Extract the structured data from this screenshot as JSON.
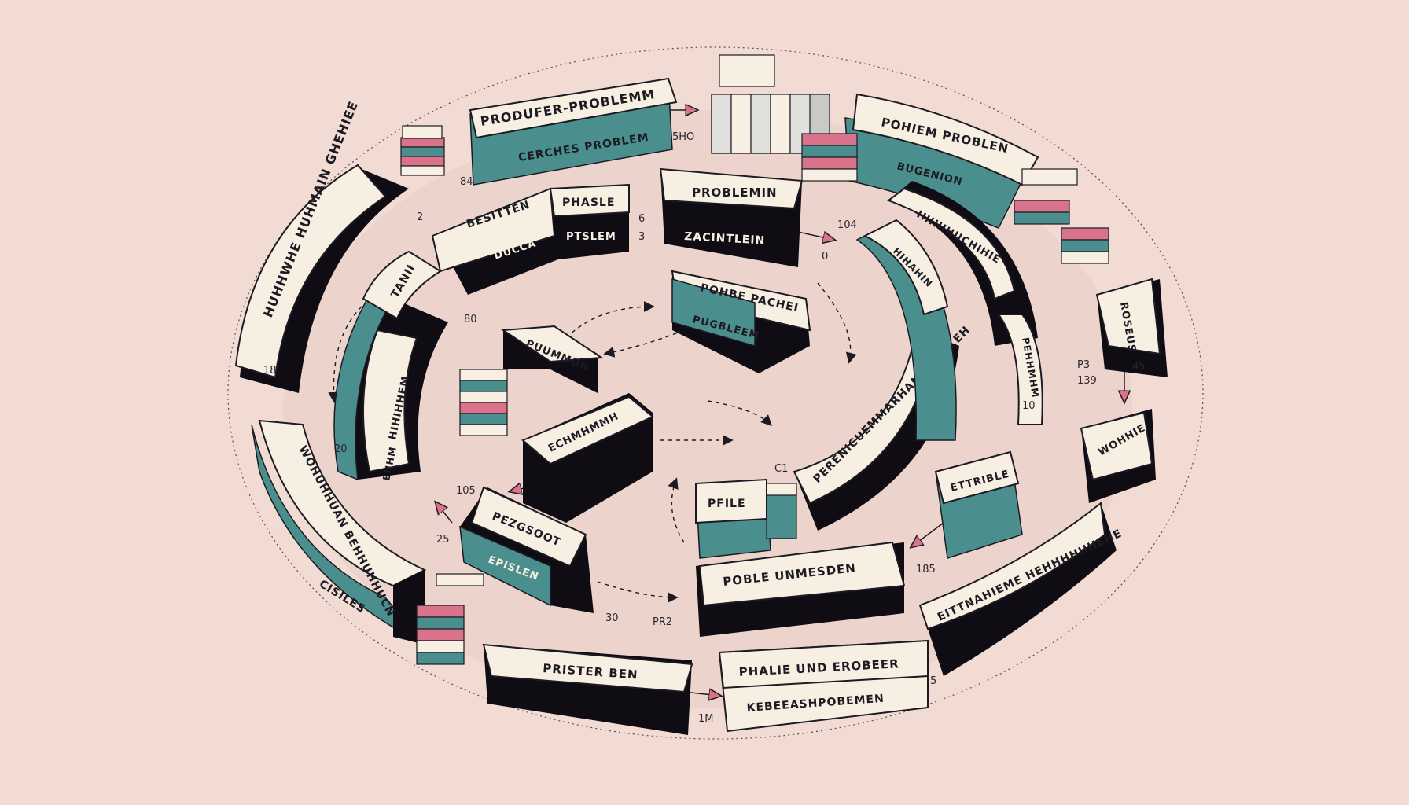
{
  "colors": {
    "background": "#f1dbd3",
    "ribbon_face": "#f6efe2",
    "ribbon_side": "#0f0c14",
    "teal": "#4a8f8d",
    "pink": "#d9738b",
    "outline": "#1c1a22"
  },
  "labels": {
    "top_title": "PRODUFER-PROBLEMM",
    "top_sub": "CERCHES PROBLEM",
    "top_right_title": "POHIEM PROBLEN",
    "top_right_sub": "BUGENION",
    "phase": "PHASLE",
    "phase_sub": "PTSLEM",
    "besitten": "BESITTEN",
    "besitten_sub": "DUCCA",
    "problemin": "PROBLEMIN",
    "problemin_sub": "ZACINTLEIN",
    "center": "POHBE PACHEI",
    "center_sub": "PUGBLEEM",
    "left_outer": "HUHHWHE HUHMAIN GHEHIEE",
    "left_inner": "TANII",
    "left_inner_2": "HIHIHHEM",
    "left_inner_3": "EHHM",
    "bottom_left_outer": "WOHUHHUAN BEHHUHHUCN",
    "bottom_left_sub": "CISILES",
    "center_left": "PUUMMON",
    "center_left_2": "ECHMHMMH",
    "pezgsoot": "PEZGSOOT",
    "pezgsoot_sub": "EPISLEN",
    "pfile": "PFILE",
    "poble_unmesden": "POBLE UNMESDEN",
    "perenic": "PERENICUEMMARHAN EI BUCEH",
    "right_ring_1": "HIHAHIN",
    "right_ring_2": "HIHHHUCHIHIE",
    "right_ring_3": "PEHHMHM",
    "right_outer_1": "ROSEUS",
    "right_outer_2": "WOHHIE",
    "ettrible": "ETTRIBLE",
    "bottom_right": "EITTNAHIEME HEHHHHHHEHE",
    "prister_ben": "PRISTER BEN",
    "phalie_title": "PHALIE UND EROBEER",
    "phalie_sub": "KEBEEASHPOBEMEN"
  },
  "numbers": {
    "n_5ho": "5HO",
    "n_84": "84",
    "n_2": "2",
    "n_6": "6",
    "n_3": "3",
    "n_104": "104",
    "n_0": "0",
    "n_80": "80",
    "n_18": "18",
    "n_20": "20",
    "n_105": "105",
    "n_25": "25",
    "n_30": "30",
    "n_pr2": "PR2",
    "n_1m": "1M",
    "n_5": "5",
    "n_185": "185",
    "n_139": "139",
    "n_p3": "P3",
    "n_45": "45",
    "n_10": "10",
    "n_c1": "C1"
  }
}
